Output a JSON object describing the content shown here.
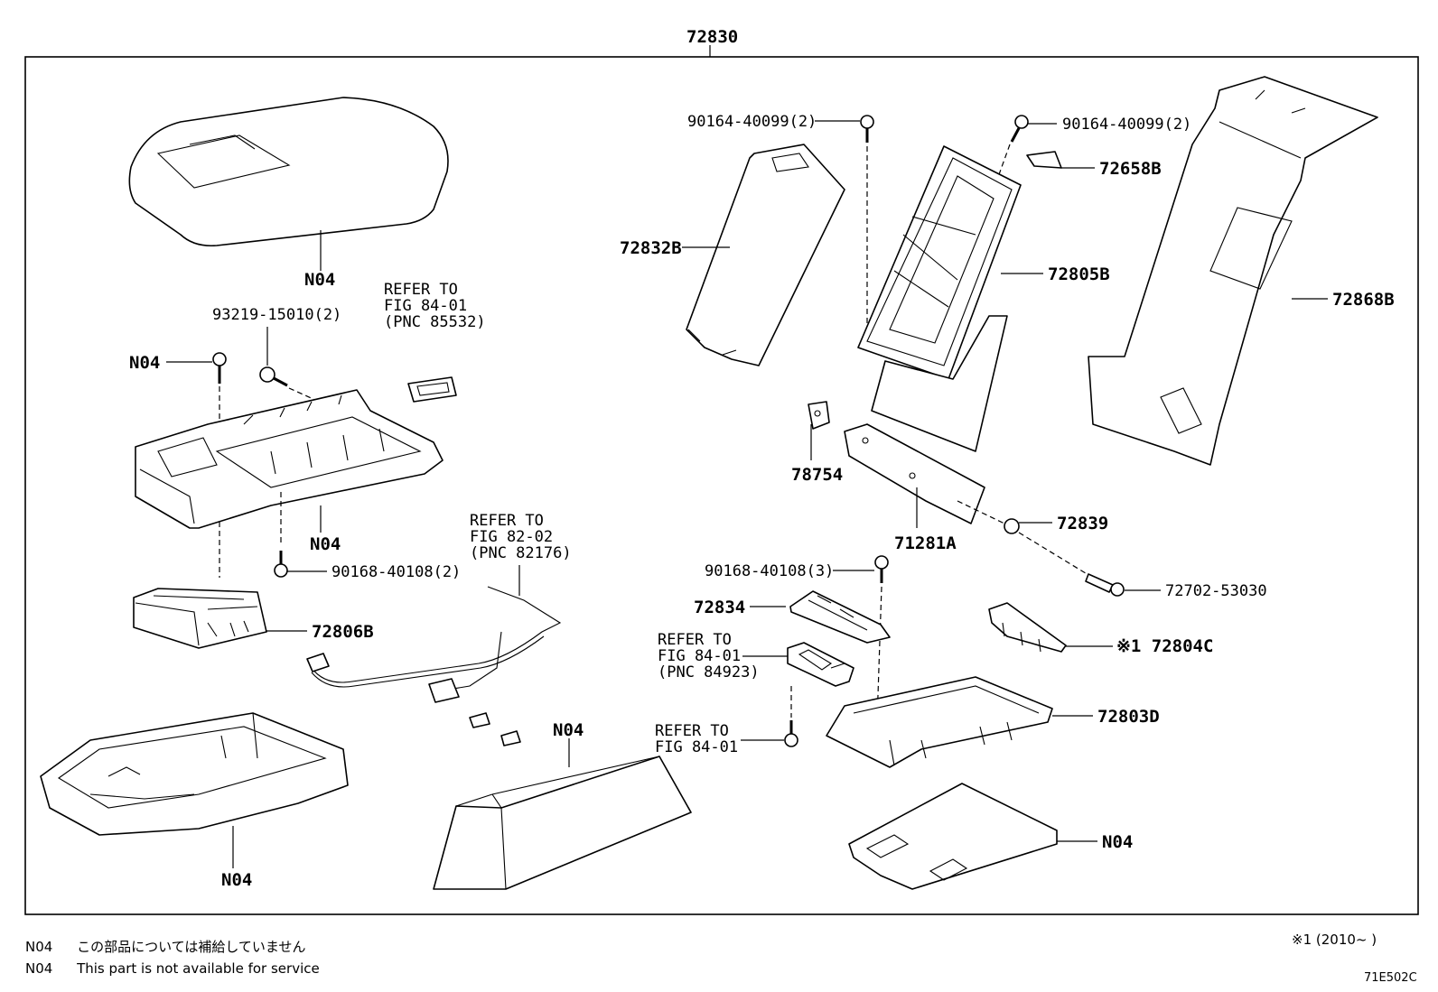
{
  "top_label": "72830",
  "callouts": {
    "n04_cover": "N04",
    "bolt_93219": "93219-15010(2)",
    "n04_screw": "N04",
    "refer_85532": [
      "REFER TO",
      "FIG 84-01",
      "(PNC 85532)"
    ],
    "n04_box": "N04",
    "screw_90168_2": "90168-40108(2)",
    "part_72806b": "72806B",
    "refer_82176": [
      "REFER TO",
      "FIG 82-02",
      "(PNC 82176)"
    ],
    "n04_tray": "N04",
    "n04_pad": "N04",
    "screw_90164_a": "90164-40099(2)",
    "screw_90164_b": "90164-40099(2)",
    "part_72658b": "72658B",
    "part_72832b": "72832B",
    "part_72805b": "72805B",
    "part_72868b": "72868B",
    "part_78754": "78754",
    "part_71281a": "71281A",
    "part_72839": "72839",
    "screw_90168_3": "90168-40108(3)",
    "bolt_72702": "72702-53030",
    "part_72834": "72834",
    "refer_84923": [
      "REFER TO",
      "FIG 84-01",
      "(PNC 84923)"
    ],
    "part_72804c": "※1 72804C",
    "refer_84_01": [
      "REFER TO",
      "FIG 84-01"
    ],
    "part_72803d": "72803D",
    "n04_mat": "N04"
  },
  "footer": {
    "note1_code": "N04",
    "note1_text": "この部品については補給していません",
    "note2_code": "N04",
    "note2_text": "This part is not available for service",
    "footnote": "※1 (2010~      )",
    "figure_id": "71E502C"
  }
}
